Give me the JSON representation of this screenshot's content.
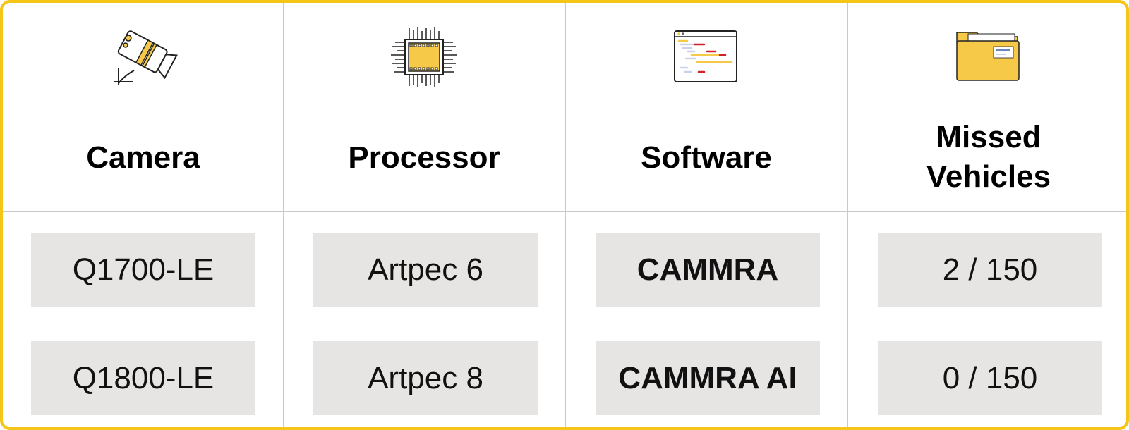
{
  "columns": [
    {
      "key": "camera",
      "header": "Camera",
      "icon": "security-camera-icon"
    },
    {
      "key": "processor",
      "header": "Processor",
      "icon": "processor-chip-icon"
    },
    {
      "key": "software",
      "header": "Software",
      "icon": "software-window-icon"
    },
    {
      "key": "missed",
      "header_line1": "Missed",
      "header_line2": "Vehicles",
      "icon": "folder-icon"
    }
  ],
  "rows": [
    {
      "camera": "Q1700-LE",
      "processor": "Artpec 6",
      "software": "CAMMRA",
      "missed": "2 / 150"
    },
    {
      "camera": "Q1800-LE",
      "processor": "Artpec 8",
      "software": "CAMMRA AI",
      "missed": "0 / 150"
    }
  ],
  "colors": {
    "border": "#f5c518",
    "accent_yellow": "#f7c948",
    "accent_red": "#d0202a",
    "cell_bg": "#e7e5e4"
  }
}
